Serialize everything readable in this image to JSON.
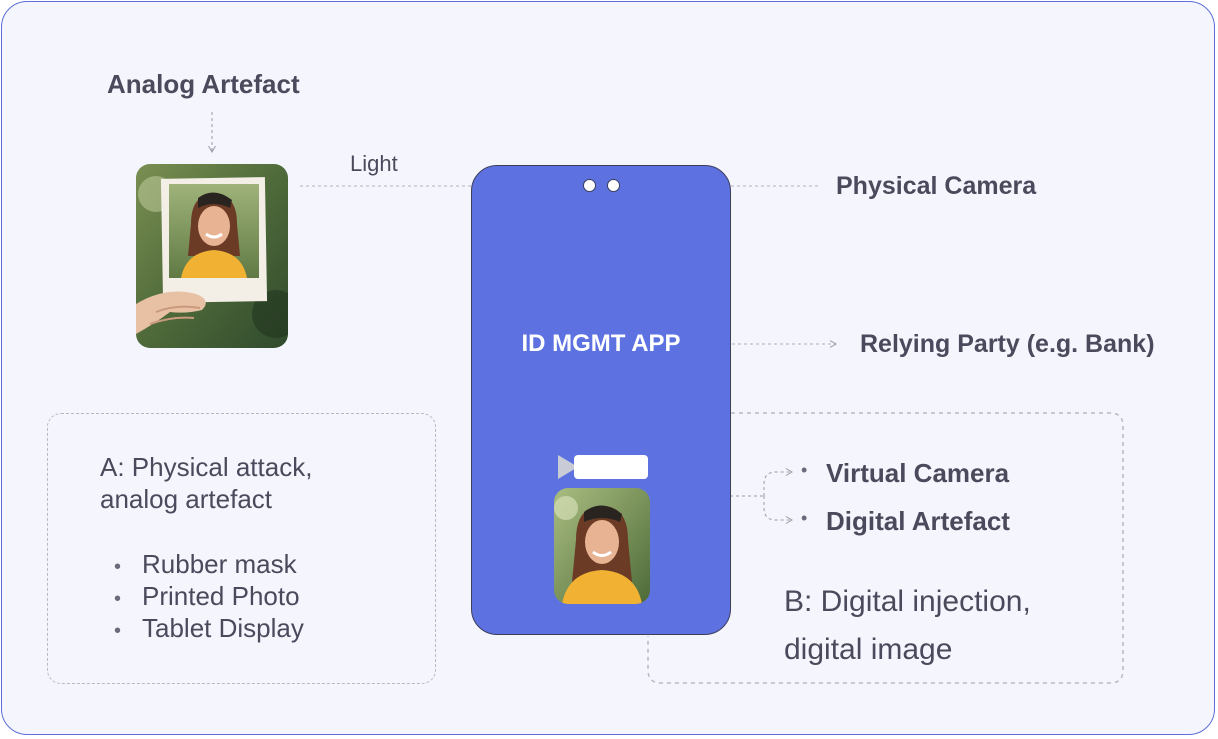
{
  "labels": {
    "analog_artefact": "Analog Artefact",
    "light": "Light",
    "physical_camera": "Physical Camera",
    "app_title": "ID MGMT APP",
    "relying_party": "Relying Party (e.g. Bank)",
    "virtual_camera": "Virtual Camera",
    "digital_artefact": "Digital Artefact"
  },
  "section_a": {
    "title_line1": "A: Physical attack,",
    "title_line2": "analog artefact",
    "items": [
      "Rubber mask",
      "Printed Photo",
      "Tablet Display"
    ]
  },
  "section_b": {
    "title_line1": "B: Digital injection,",
    "title_line2": "digital image"
  },
  "colors": {
    "accent": "#5d72e0",
    "frame_border": "#5b6fd6",
    "background": "#f5f6fd",
    "text": "#4a4a5c"
  },
  "icons": {
    "bullet": "•",
    "virtual_camera": "play-triangle-icon"
  }
}
